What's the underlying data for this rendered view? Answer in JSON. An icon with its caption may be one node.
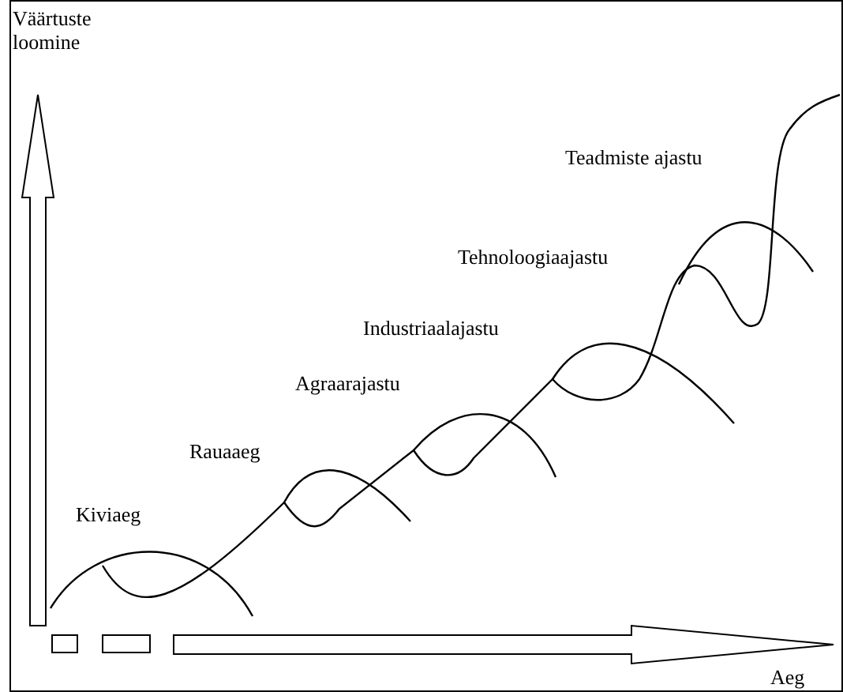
{
  "diagram": {
    "labels": [
      "Väärtuste loomine",
      "Teadmiste ajastu",
      "Tehnoloogiaajastu",
      "Industriaalajastu",
      "Agraarajastu",
      "Rauaaeg",
      "Kiviaeg",
      "Aeg"
    ]
  }
}
